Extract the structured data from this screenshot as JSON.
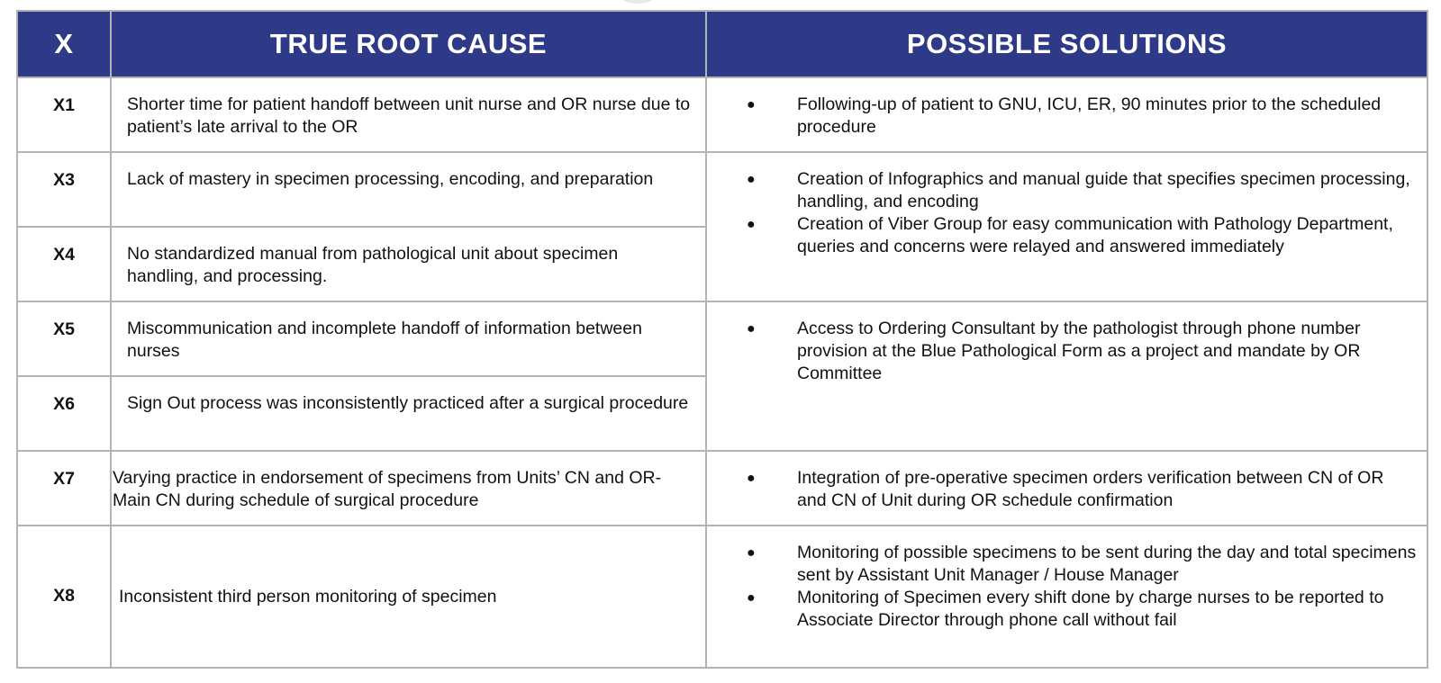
{
  "headers": {
    "x": "X",
    "root_cause": "TRUE  ROOT CAUSE",
    "solutions": "POSSIBLE SOLUTIONS"
  },
  "rows": [
    {
      "x": "X1",
      "cause": "Shorter time for patient handoff between unit nurse and OR nurse due to patient’s late arrival to the  OR"
    },
    {
      "x": "X3",
      "cause": "Lack of mastery in specimen processing, encoding, and preparation"
    },
    {
      "x": "X4",
      "cause": "No standardized manual from pathological unit about specimen handling, and processing."
    },
    {
      "x": "X5",
      "cause": "Miscommunication and incomplete handoff of information between nurses"
    },
    {
      "x": "X6",
      "cause": "Sign Out process was inconsistently practiced after a surgical procedure"
    },
    {
      "x": "X7",
      "cause": "Varying practice in endorsement of specimens from Units’ CN and OR-Main CN during schedule of surgical procedure"
    },
    {
      "x": "X8",
      "cause": "Inconsistent third person  monitoring of specimen"
    }
  ],
  "solutions": [
    {
      "items": [
        "Following-up of patient to GNU, ICU, ER, 90 minutes prior to the scheduled procedure"
      ]
    },
    {
      "items": [
        "Creation of Infographics and manual guide that specifies specimen processing, handling, and encoding",
        "Creation of Viber Group for easy communication with Pathology Department, queries and concerns were relayed and answered immediately"
      ]
    },
    {
      "items": [
        "Access to Ordering Consultant by the pathologist through phone number provision at the Blue Pathological Form as a project and mandate by OR Committee"
      ]
    },
    {
      "items": [
        "Integration of pre-operative specimen orders verification between CN of OR and CN of Unit during OR schedule confirmation"
      ]
    },
    {
      "items": [
        "Monitoring of possible specimens to be sent during the day and total specimens sent by Assistant Unit Manager / House Manager",
        "Monitoring of Specimen every shift done by charge nurses to be reported to Associate Director through phone call without fail"
      ]
    }
  ],
  "bullet_symbol": "●"
}
